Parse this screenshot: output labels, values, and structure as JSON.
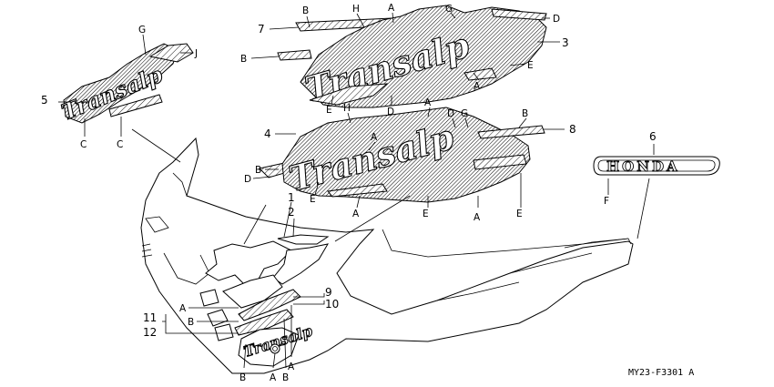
{
  "labels": {
    "n1": "1",
    "n2": "2",
    "n3": "3",
    "n4": "4",
    "n5": "5",
    "n6": "6",
    "n7": "7",
    "n8": "8",
    "n9": "9",
    "n10": "10",
    "n11": "11",
    "n12": "12",
    "A": "A",
    "B": "B",
    "C": "C",
    "D": "D",
    "E": "E",
    "F": "F",
    "G": "G",
    "H": "H",
    "J": "J"
  },
  "emblem_text": "HONDA",
  "decal_script": "Transalp",
  "decal_script_small": "Transalp",
  "part_code": "MY23-F3301 A"
}
